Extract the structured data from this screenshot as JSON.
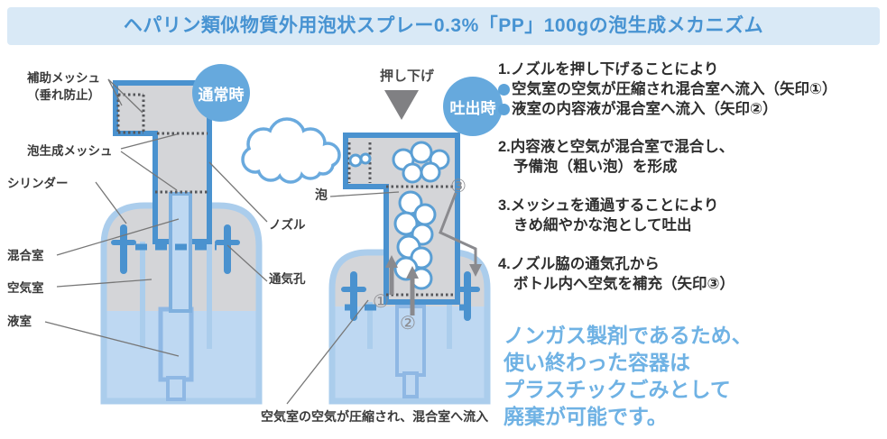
{
  "header": {
    "title": "ヘパリン類似物質外用泡状スプレー0.3%「PP」100gの泡生成メカニズム"
  },
  "diagram": {
    "left": {
      "badge": "通常時",
      "labels": {
        "aux_mesh_line1": "補助メッシュ",
        "aux_mesh_line2": "（垂れ防止）",
        "foam_mesh": "泡生成メッシュ",
        "cylinder": "シリンダー",
        "mixing_chamber": "混合室",
        "air_chamber": "空気室",
        "liquid_chamber": "液室",
        "nozzle": "ノズル",
        "vent_hole": "通気孔"
      }
    },
    "right": {
      "badge": "吐出時",
      "press_label": "押し下げ",
      "foam_label": "泡",
      "num1": "①",
      "num2": "②",
      "num3": "③",
      "caption": "空気室の空気が圧縮され、混合室へ流入"
    }
  },
  "steps": [
    {
      "title": "1.ノズルを押し下げることにより",
      "bullets": [
        "空気室の空気が圧縮され混合室へ流入（矢印①）",
        "液室の内容液が混合室へ流入（矢印②）"
      ]
    },
    {
      "title": "2.内容液と空気が混合室で混合し、",
      "cont": "予備泡（粗い泡）を形成"
    },
    {
      "title": "3.メッシュを通過することにより",
      "cont": "きめ細やかな泡として吐出"
    },
    {
      "title": "4.ノズル脇の通気孔から",
      "cont": "ボトル内へ空気を補充（矢印③）"
    }
  ],
  "note": {
    "lines": [
      "ノンガス製剤であるため、",
      "使い終わった容器は",
      "プラスチックごみとして",
      "廃棄が可能です。"
    ]
  },
  "colors": {
    "header_bg": "#d9e9f6",
    "header_text": "#4793d2",
    "badge_blue": "#66a9dd",
    "outline_blue": "#4a92cf",
    "bottle_outline": "#abcdec",
    "liquid_blue": "#bed8f2",
    "gray_fill": "#d4d5d8",
    "arrow_gray": "#8a8a8e",
    "note_blue": "#6fb2e4",
    "bullet_blue": "#5da3d9"
  }
}
